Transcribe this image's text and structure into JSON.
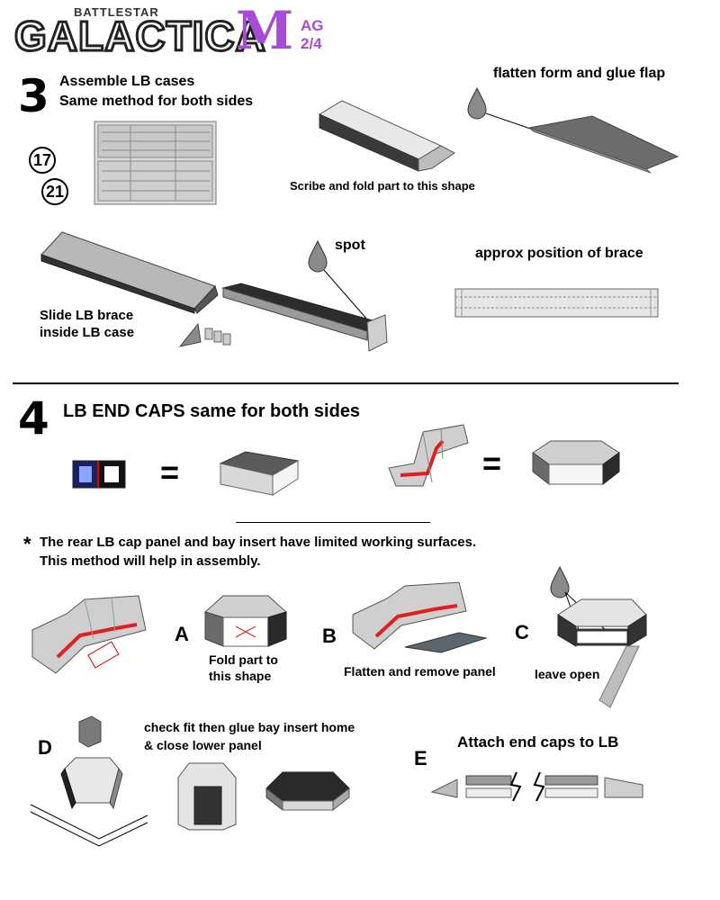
{
  "header": {
    "logo_small": "BATTLESTAR",
    "logo_big": "GALACTICA",
    "logo_m": "M",
    "code_line1": "AG",
    "code_line2": "2/4"
  },
  "step3": {
    "number": "3",
    "title_line1": "Assemble LB cases",
    "title_line2": "Same method for both sides",
    "part_a": "17",
    "part_b": "21",
    "flatten_label": "flatten form and glue flap",
    "scribe_label": "Scribe and fold part to this shape",
    "spot_label": "spot",
    "brace_label": "approx position of brace",
    "slide_line1": "Slide LB brace",
    "slide_line2": "inside LB case"
  },
  "step4": {
    "number": "4",
    "title": "LB END CAPS  same for both sides",
    "equals_1": "=",
    "equals_2": "=",
    "note_star": "*",
    "note_line1": "The rear LB cap panel and bay insert have limited working surfaces.",
    "note_line2": "This method will help in assembly.",
    "a_letter": "A",
    "a_line1": "Fold part to",
    "a_line2": "this shape",
    "b_letter": "B",
    "b_label": "Flatten and remove panel",
    "c_letter": "C",
    "c_label": "leave open",
    "d_letter": "D",
    "d_line1": "check fit then glue bay insert home",
    "d_line2": "&  close lower panel",
    "e_letter": "E",
    "e_label": "Attach end caps to LB"
  },
  "colors": {
    "accent": "#a64cd6",
    "red_line": "#e02020",
    "gray": "#8c8c8c"
  }
}
